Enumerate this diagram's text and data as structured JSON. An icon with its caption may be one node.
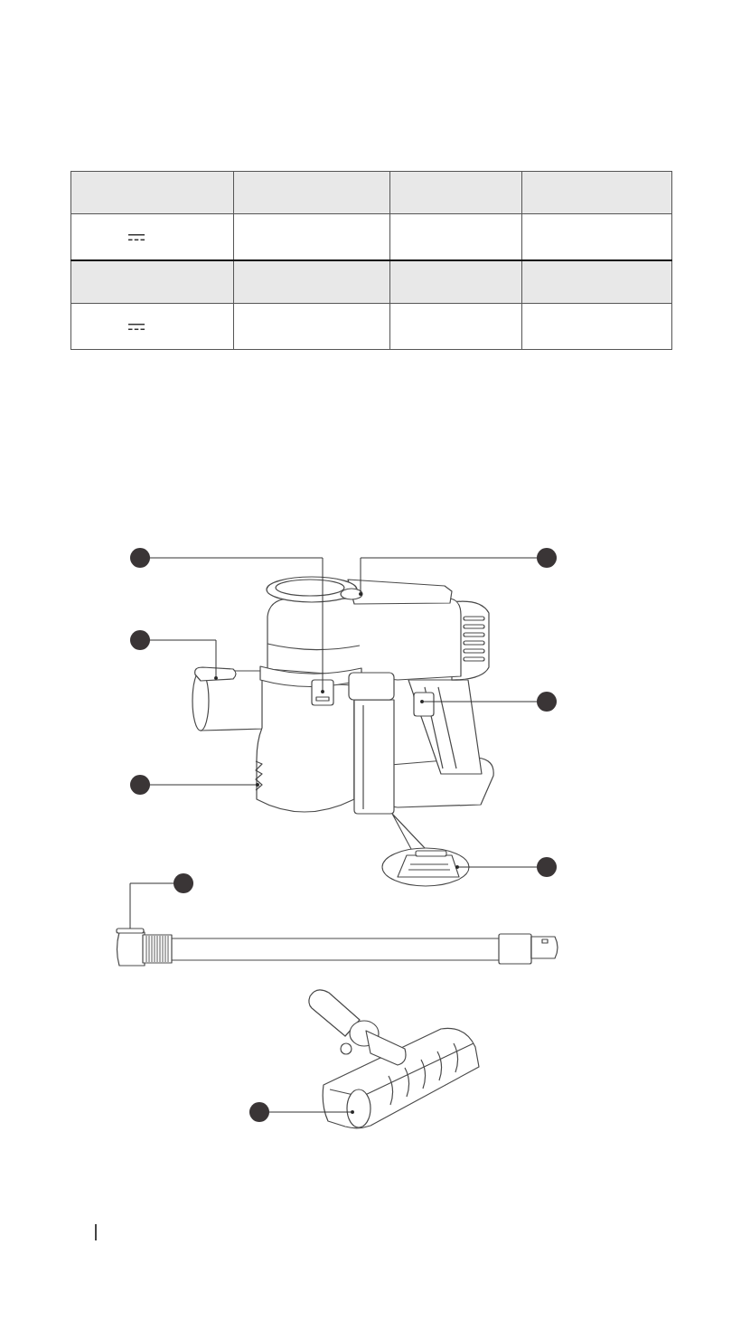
{
  "diagram": {
    "nodes": [
      {
        "text": [],
        "shape": "circle"
      },
      {
        "text": [],
        "shape": "circle"
      },
      {
        "text": [],
        "shape": "circle"
      },
      {
        "text": [],
        "shape": "circle"
      },
      {
        "text": [],
        "shape": "circle"
      },
      {
        "text": [],
        "shape": "circle"
      },
      {
        "text": [],
        "shape": "circle"
      },
      {
        "text": [],
        "shape": "circle"
      }
    ],
    "edges": [
      {
        "from": 0,
        "to": null,
        "arrow": "none"
      },
      {
        "from": 1,
        "to": null,
        "arrow": "none"
      },
      {
        "from": 2,
        "to": null,
        "arrow": "none"
      },
      {
        "from": 3,
        "to": null,
        "arrow": "none"
      },
      {
        "from": 4,
        "to": null,
        "arrow": "none"
      },
      {
        "from": 5,
        "to": null,
        "arrow": "none"
      },
      {
        "from": 6,
        "to": null,
        "arrow": "none"
      },
      {
        "from": 7,
        "to": null,
        "arrow": "none"
      }
    ]
  }
}
